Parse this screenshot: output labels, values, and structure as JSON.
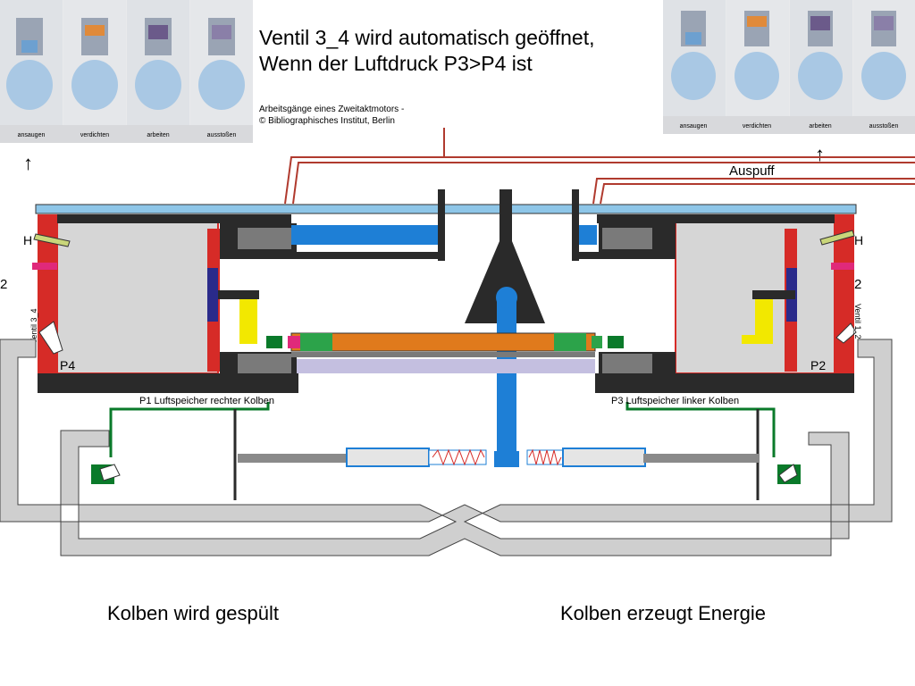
{
  "title": {
    "line1": "Ventil 3_4 wird automatisch geöffnet,",
    "line2": "Wenn der Luftdruck P3>P4 ist"
  },
  "credit": {
    "line1": "Arbeitsgänge eines Zweitaktmotors -",
    "line2": "© Bibliographisches Institut, Berlin"
  },
  "engine_strip_labels": [
    "ansaugen",
    "verdichten",
    "arbeiten",
    "ausstoßen"
  ],
  "labels": {
    "auspuff": "Auspuff",
    "h_left": "H",
    "h_right": "H",
    "num_left": "2",
    "num_right": "2",
    "ventil_left": "Ventil 3_4",
    "ventil_right": "Ventil 1_2",
    "p4": "P4",
    "p2": "P2",
    "p1": "P1 Luftspeicher rechter Kolben",
    "p3": "P3 Luftspeicher linker Kolben",
    "arrow_up": "↑"
  },
  "bottom": {
    "left": "Kolben wird gespült",
    "right": "Kolben erzeugt Energie"
  },
  "colors": {
    "red": "#d62b27",
    "dark": "#2a2a2a",
    "blue_pipe": "#1e7fd6",
    "light_blue": "#8ec6e8",
    "orange": "#e07a1c",
    "green": "#2ca34a",
    "yellow": "#f2e800",
    "lavender": "#c4bfe0",
    "gray_body": "#d6d6d6",
    "tube": "#cfcfcf",
    "exhaust_red": "#c0392b",
    "dark_green": "#0a7a2a",
    "navy": "#2a2a8a",
    "magenta": "#e0297a"
  }
}
